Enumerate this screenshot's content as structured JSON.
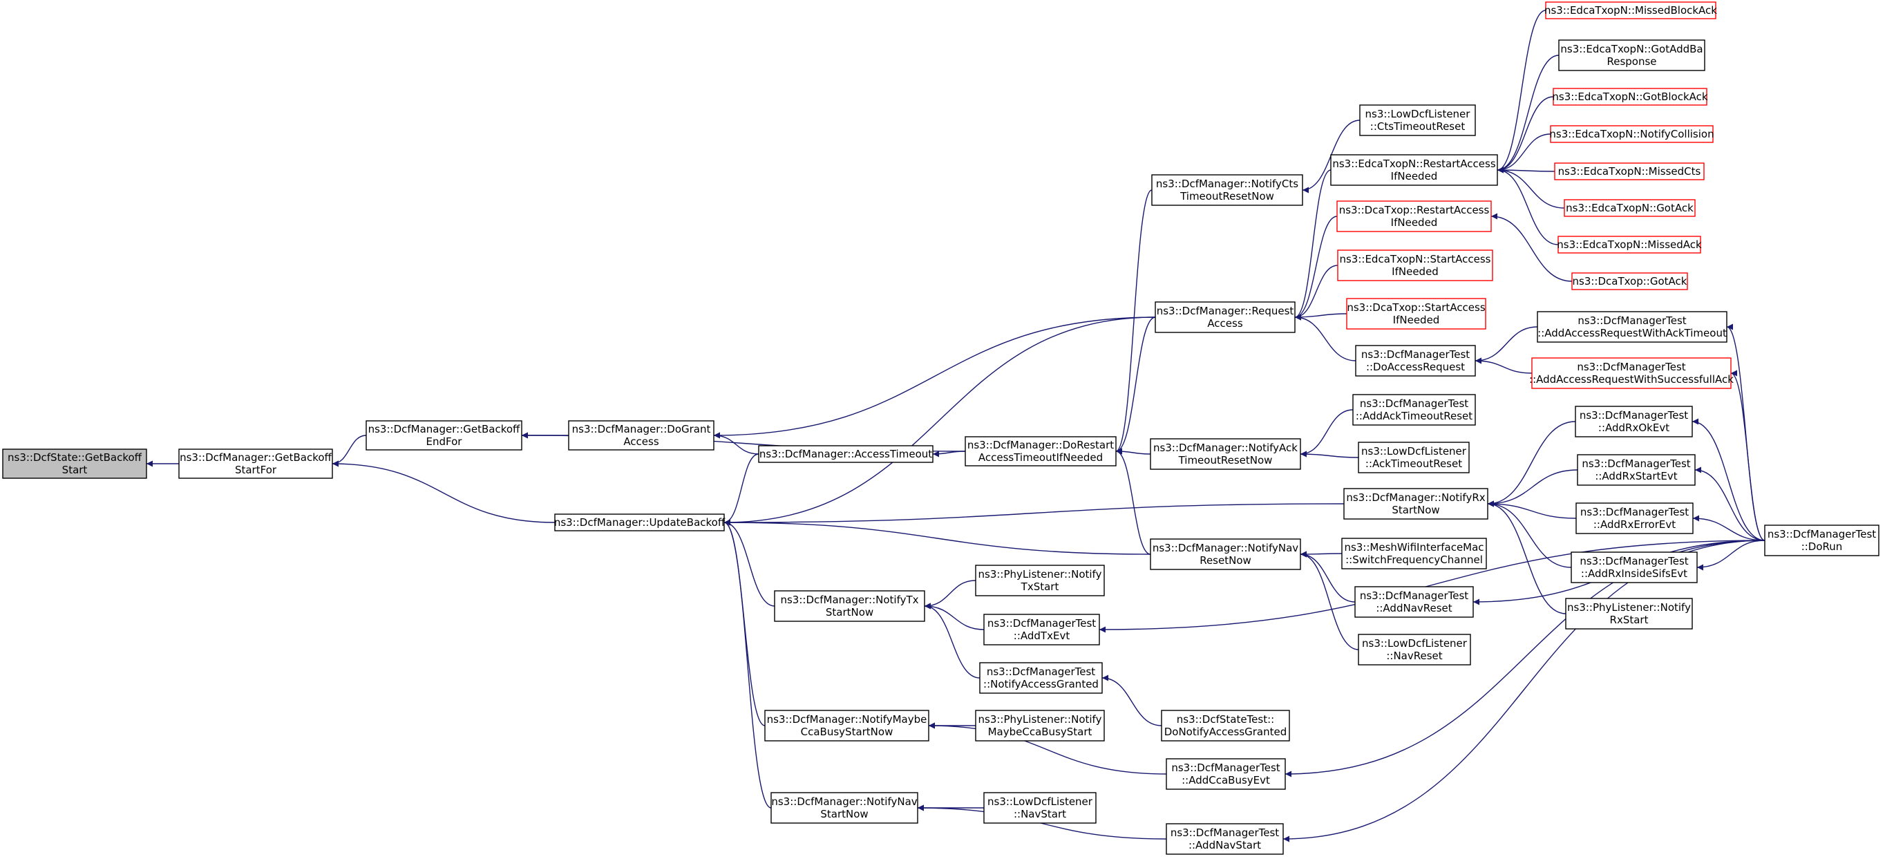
{
  "colors": {
    "edge": "#191970",
    "node_border": "#000000",
    "node_border_missing": "#ff0000",
    "root_fill": "#bfbfbf",
    "node_fill": "#ffffff"
  },
  "nodes": [
    {
      "id": "n0",
      "lines": [
        "ns3::DcfState::GetBackoff",
        "Start"
      ],
      "kind": "root"
    },
    {
      "id": "n1",
      "lines": [
        "ns3::DcfManager::GetBackoff",
        "StartFor"
      ],
      "kind": "normal"
    },
    {
      "id": "n2",
      "lines": [
        "ns3::DcfManager::GetBackoff",
        "EndFor"
      ],
      "kind": "normal"
    },
    {
      "id": "n3",
      "lines": [
        "ns3::DcfManager::UpdateBackoff"
      ],
      "kind": "normal"
    },
    {
      "id": "n4",
      "lines": [
        "ns3::DcfManager::DoGrant",
        "Access"
      ],
      "kind": "normal"
    },
    {
      "id": "n5",
      "lines": [
        "ns3::DcfManager::AccessTimeout"
      ],
      "kind": "normal"
    },
    {
      "id": "n6",
      "lines": [
        "ns3::DcfManager::DoRestart",
        "AccessTimeoutIfNeeded"
      ],
      "kind": "normal"
    },
    {
      "id": "n7",
      "lines": [
        "ns3::DcfManager::NotifyCts",
        "TimeoutResetNow"
      ],
      "kind": "normal"
    },
    {
      "id": "n8",
      "lines": [
        "ns3::LowDcfListener",
        "::CtsTimeoutReset"
      ],
      "kind": "normal"
    },
    {
      "id": "n9",
      "lines": [
        "ns3::DcfManager::Request",
        "Access"
      ],
      "kind": "normal"
    },
    {
      "id": "n10",
      "lines": [
        "ns3::EdcaTxopN::RestartAccess",
        "IfNeeded"
      ],
      "kind": "normal"
    },
    {
      "id": "n11",
      "lines": [
        "ns3::EdcaTxopN::MissedBlockAck"
      ],
      "kind": "missing"
    },
    {
      "id": "n12",
      "lines": [
        "ns3::EdcaTxopN::GotAddBa",
        "Response"
      ],
      "kind": "normal"
    },
    {
      "id": "n13",
      "lines": [
        "ns3::EdcaTxopN::GotBlockAck"
      ],
      "kind": "missing"
    },
    {
      "id": "n14",
      "lines": [
        "ns3::EdcaTxopN::NotifyCollision"
      ],
      "kind": "missing"
    },
    {
      "id": "n15",
      "lines": [
        "ns3::EdcaTxopN::MissedCts"
      ],
      "kind": "missing"
    },
    {
      "id": "n16",
      "lines": [
        "ns3::EdcaTxopN::GotAck"
      ],
      "kind": "missing"
    },
    {
      "id": "n17",
      "lines": [
        "ns3::EdcaTxopN::MissedAck"
      ],
      "kind": "missing"
    },
    {
      "id": "n18",
      "lines": [
        "ns3::DcaTxop::RestartAccess",
        "IfNeeded"
      ],
      "kind": "missing"
    },
    {
      "id": "n19",
      "lines": [
        "ns3::DcaTxop::GotAck"
      ],
      "kind": "missing"
    },
    {
      "id": "n20",
      "lines": [
        "ns3::EdcaTxopN::StartAccess",
        "IfNeeded"
      ],
      "kind": "missing"
    },
    {
      "id": "n21",
      "lines": [
        "ns3::DcaTxop::StartAccess",
        "IfNeeded"
      ],
      "kind": "missing"
    },
    {
      "id": "n22",
      "lines": [
        "ns3::DcfManagerTest",
        "::DoAccessRequest"
      ],
      "kind": "normal"
    },
    {
      "id": "n23",
      "lines": [
        "ns3::DcfManagerTest",
        "::AddAccessRequestWithAckTimeout"
      ],
      "kind": "normal"
    },
    {
      "id": "n24",
      "lines": [
        "ns3::DcfManagerTest",
        "::AddAccessRequestWithSuccessfullAck"
      ],
      "kind": "missing"
    },
    {
      "id": "n25",
      "lines": [
        "ns3::DcfManagerTest",
        "::DoRun"
      ],
      "kind": "normal"
    },
    {
      "id": "n26",
      "lines": [
        "ns3::DcfManagerTest",
        "::AddAckTimeoutReset"
      ],
      "kind": "normal"
    },
    {
      "id": "n27",
      "lines": [
        "ns3::DcfManager::NotifyAck",
        "TimeoutResetNow"
      ],
      "kind": "normal"
    },
    {
      "id": "n28",
      "lines": [
        "ns3::LowDcfListener",
        "::AckTimeoutReset"
      ],
      "kind": "normal"
    },
    {
      "id": "n29",
      "lines": [
        "ns3::DcfManager::NotifyRx",
        "StartNow"
      ],
      "kind": "normal"
    },
    {
      "id": "n30",
      "lines": [
        "ns3::DcfManagerTest",
        "::AddRxOkEvt"
      ],
      "kind": "normal"
    },
    {
      "id": "n31",
      "lines": [
        "ns3::DcfManagerTest",
        "::AddRxStartEvt"
      ],
      "kind": "normal"
    },
    {
      "id": "n32",
      "lines": [
        "ns3::DcfManagerTest",
        "::AddRxErrorEvt"
      ],
      "kind": "normal"
    },
    {
      "id": "n33",
      "lines": [
        "ns3::DcfManagerTest",
        "::AddRxInsideSifsEvt"
      ],
      "kind": "normal"
    },
    {
      "id": "n34",
      "lines": [
        "ns3::PhyListener::Notify",
        "RxStart"
      ],
      "kind": "normal"
    },
    {
      "id": "n35",
      "lines": [
        "ns3::DcfManager::NotifyNav",
        "ResetNow"
      ],
      "kind": "normal"
    },
    {
      "id": "n36",
      "lines": [
        "ns3::MeshWifiInterfaceMac",
        "::SwitchFrequencyChannel"
      ],
      "kind": "normal"
    },
    {
      "id": "n37",
      "lines": [
        "ns3::DcfManagerTest",
        "::AddNavReset"
      ],
      "kind": "normal"
    },
    {
      "id": "n38",
      "lines": [
        "ns3::LowDcfListener",
        "::NavReset"
      ],
      "kind": "normal"
    },
    {
      "id": "n39",
      "lines": [
        "ns3::DcfManager::NotifyTx",
        "StartNow"
      ],
      "kind": "normal"
    },
    {
      "id": "n40",
      "lines": [
        "ns3::PhyListener::Notify",
        "TxStart"
      ],
      "kind": "normal"
    },
    {
      "id": "n41",
      "lines": [
        "ns3::DcfManagerTest",
        "::AddTxEvt"
      ],
      "kind": "normal"
    },
    {
      "id": "n42",
      "lines": [
        "ns3::DcfManagerTest",
        "::NotifyAccessGranted"
      ],
      "kind": "normal"
    },
    {
      "id": "n43",
      "lines": [
        "ns3::DcfStateTest::",
        "DoNotifyAccessGranted"
      ],
      "kind": "normal"
    },
    {
      "id": "n44",
      "lines": [
        "ns3::DcfManager::NotifyMaybe",
        "CcaBusyStartNow"
      ],
      "kind": "normal"
    },
    {
      "id": "n45",
      "lines": [
        "ns3::PhyListener::Notify",
        "MaybeCcaBusyStart"
      ],
      "kind": "normal"
    },
    {
      "id": "n46",
      "lines": [
        "ns3::DcfManagerTest",
        "::AddCcaBusyEvt"
      ],
      "kind": "normal"
    },
    {
      "id": "n47",
      "lines": [
        "ns3::DcfManager::NotifyNav",
        "StartNow"
      ],
      "kind": "normal"
    },
    {
      "id": "n48",
      "lines": [
        "ns3::LowDcfListener",
        "::NavStart"
      ],
      "kind": "normal"
    },
    {
      "id": "n49",
      "lines": [
        "ns3::DcfManagerTest",
        "::AddNavStart"
      ],
      "kind": "normal"
    }
  ],
  "edges": [
    [
      "n1",
      "n0"
    ],
    [
      "n2",
      "n1"
    ],
    [
      "n3",
      "n1"
    ],
    [
      "n4",
      "n2"
    ],
    [
      "n6",
      "n2"
    ],
    [
      "n5",
      "n4"
    ],
    [
      "n9",
      "n4"
    ],
    [
      "n6",
      "n5"
    ],
    [
      "n5",
      "n3"
    ],
    [
      "n7",
      "n6"
    ],
    [
      "n9",
      "n6"
    ],
    [
      "n27",
      "n6"
    ],
    [
      "n35",
      "n6"
    ],
    [
      "n8",
      "n7"
    ],
    [
      "n10",
      "n9"
    ],
    [
      "n18",
      "n9"
    ],
    [
      "n20",
      "n9"
    ],
    [
      "n21",
      "n9"
    ],
    [
      "n22",
      "n9"
    ],
    [
      "n11",
      "n10"
    ],
    [
      "n12",
      "n10"
    ],
    [
      "n13",
      "n10"
    ],
    [
      "n14",
      "n10"
    ],
    [
      "n15",
      "n10"
    ],
    [
      "n16",
      "n10"
    ],
    [
      "n17",
      "n10"
    ],
    [
      "n19",
      "n18"
    ],
    [
      "n23",
      "n22"
    ],
    [
      "n24",
      "n22"
    ],
    [
      "n25",
      "n23"
    ],
    [
      "n25",
      "n24"
    ],
    [
      "n26",
      "n27"
    ],
    [
      "n28",
      "n27"
    ],
    [
      "n9",
      "n3"
    ],
    [
      "n29",
      "n3"
    ],
    [
      "n35",
      "n3"
    ],
    [
      "n39",
      "n3"
    ],
    [
      "n44",
      "n3"
    ],
    [
      "n47",
      "n3"
    ],
    [
      "n30",
      "n29"
    ],
    [
      "n31",
      "n29"
    ],
    [
      "n32",
      "n29"
    ],
    [
      "n33",
      "n29"
    ],
    [
      "n34",
      "n29"
    ],
    [
      "n25",
      "n30"
    ],
    [
      "n25",
      "n31"
    ],
    [
      "n25",
      "n32"
    ],
    [
      "n25",
      "n33"
    ],
    [
      "n36",
      "n35"
    ],
    [
      "n37",
      "n35"
    ],
    [
      "n38",
      "n35"
    ],
    [
      "n25",
      "n37"
    ],
    [
      "n40",
      "n39"
    ],
    [
      "n41",
      "n39"
    ],
    [
      "n42",
      "n39"
    ],
    [
      "n43",
      "n42"
    ],
    [
      "n25",
      "n41"
    ],
    [
      "n45",
      "n44"
    ],
    [
      "n46",
      "n44"
    ],
    [
      "n25",
      "n46"
    ],
    [
      "n48",
      "n47"
    ],
    [
      "n49",
      "n47"
    ],
    [
      "n25",
      "n49"
    ]
  ]
}
